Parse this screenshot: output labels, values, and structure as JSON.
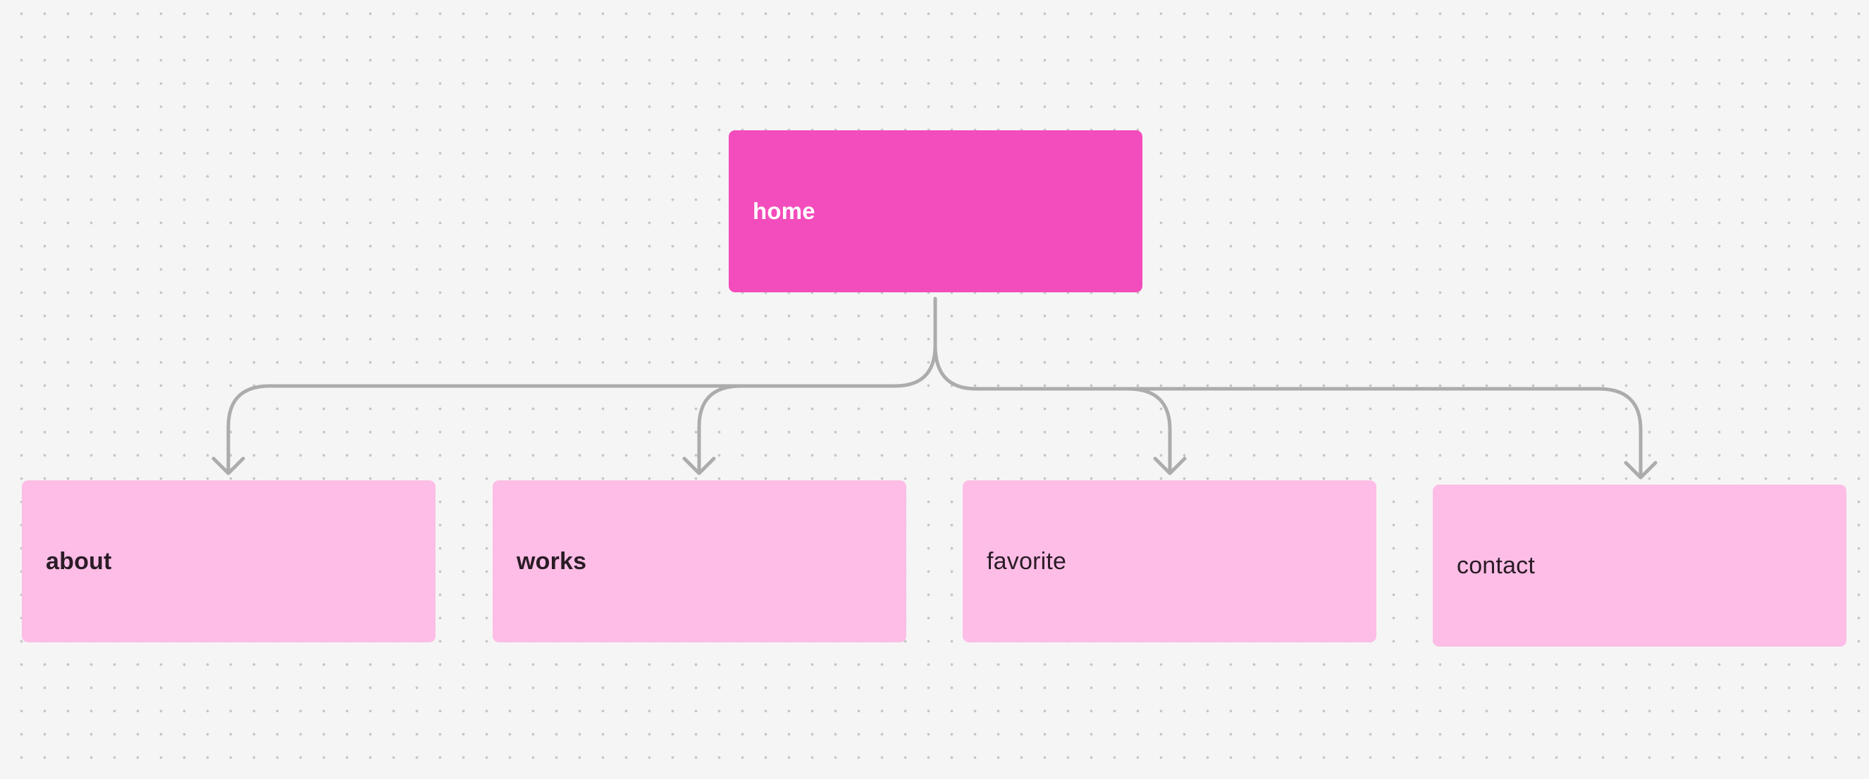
{
  "diagram": {
    "root": {
      "label": "home"
    },
    "children": [
      {
        "label": "about"
      },
      {
        "label": "works"
      },
      {
        "label": "favorite"
      },
      {
        "label": "contact"
      }
    ]
  },
  "colors": {
    "background": "#f5f5f5",
    "grid_dot": "#c6c6c6",
    "root_fill": "#f34cbc",
    "root_text": "#ffffff",
    "child_fill": "#fdbde6",
    "child_text": "#2a1c26",
    "connector": "#acacac"
  }
}
